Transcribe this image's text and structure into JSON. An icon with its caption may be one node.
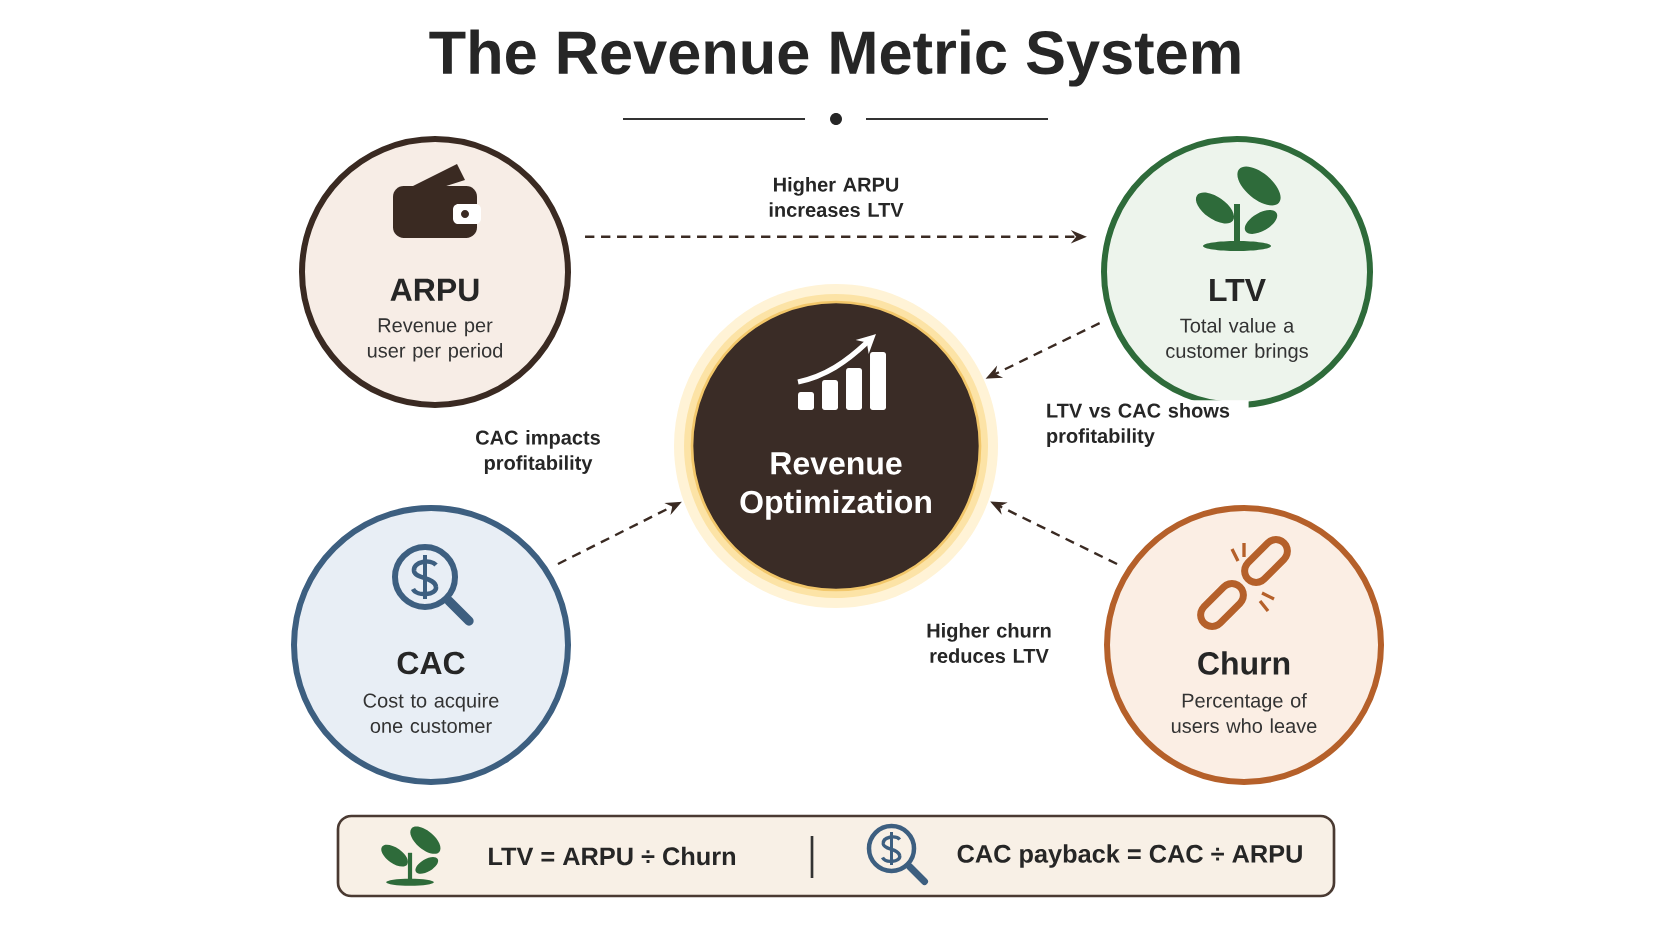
{
  "diagram": {
    "title": "The Revenue Metric System",
    "nodes": [
      {
        "text": [
          "ARPU",
          "Revenue per user per period"
        ]
      },
      {
        "text": [
          "LTV",
          "Total value a customer brings"
        ]
      },
      {
        "text": [
          "Revenue Optimization"
        ]
      },
      {
        "text": [
          "CAC",
          "Cost to acquire one customer"
        ]
      },
      {
        "text": [
          "Churn",
          "Percentage of users who leave"
        ]
      },
      {
        "text": [
          "LTV = ARPU ÷ Churn",
          "CAC payback = CAC ÷ ARPU"
        ]
      }
    ],
    "edges": [
      {
        "from": 0,
        "to": 1,
        "arrow": "to",
        "style": "dashed",
        "label": "Higher ARPU increases LTV"
      },
      {
        "from": 1,
        "to": 2,
        "arrow": "to",
        "style": "dashed",
        "label": "LTV vs CAC shows profitability"
      },
      {
        "from": 3,
        "to": 2,
        "arrow": "to",
        "style": "dashed",
        "label": "CAC impacts profitability"
      },
      {
        "from": 4,
        "to": 2,
        "arrow": "to",
        "style": "dashed",
        "label": "Higher churn reduces LTV"
      }
    ]
  }
}
